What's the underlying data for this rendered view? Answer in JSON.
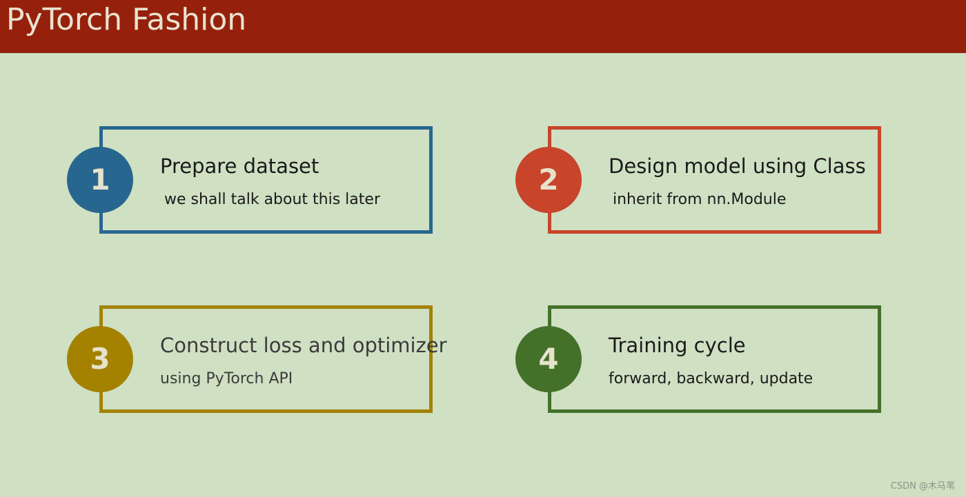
{
  "header": {
    "title": "PyTorch Fashion"
  },
  "colors": {
    "background": "#cfe0c3",
    "header_bg": "#95210d",
    "header_text": "#e9e3cf",
    "number_text": "#e6e2cc"
  },
  "steps": [
    {
      "number": "1",
      "title": "Prepare dataset",
      "description": "we shall talk about this later",
      "color": "#27678f",
      "text_color": "#1a1a1a"
    },
    {
      "number": "2",
      "title": "Design model using Class",
      "description": "inherit from nn.Module",
      "color": "#c8442a",
      "text_color": "#1a1a1a"
    },
    {
      "number": "3",
      "title": "Construct loss and optimizer",
      "description": "using PyTorch API",
      "color": "#a48200",
      "text_color": "#3b3b3b"
    },
    {
      "number": "4",
      "title": "Training cycle",
      "description": "forward, backward, update",
      "color": "#44712a",
      "text_color": "#1a1a1a"
    }
  ],
  "watermark": "CSDN @木马苇"
}
